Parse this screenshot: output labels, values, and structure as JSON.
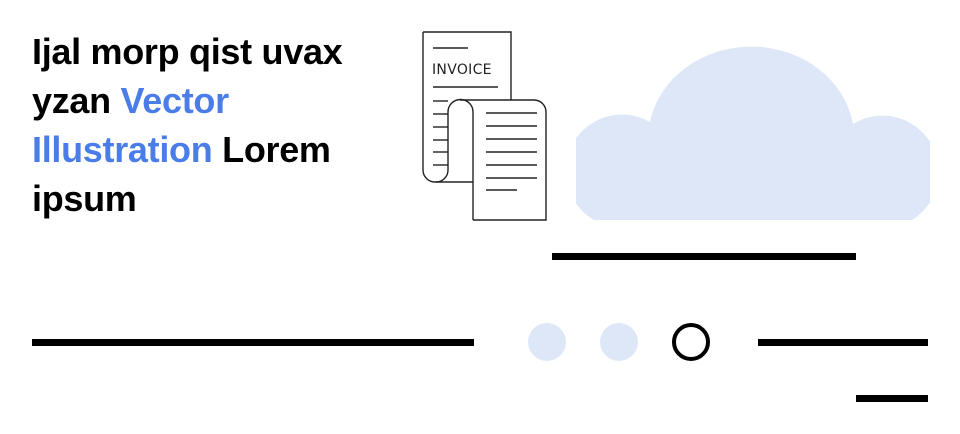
{
  "headline": {
    "part1": "Ijal morp qist uvax yzan ",
    "accent": "Vector Illustration",
    "part2": " Lorem ipsum"
  },
  "invoice": {
    "label": "INVOICE"
  },
  "colors": {
    "accent": "#4a7de8",
    "cloud": "#dde7f8",
    "dots": "#dde7f8",
    "ink": "#000000"
  },
  "decorations": {
    "cloud": "cloud-icon",
    "document": "invoice-document-icon",
    "dots": [
      "filled-dot",
      "filled-dot",
      "outlined-dot"
    ]
  }
}
